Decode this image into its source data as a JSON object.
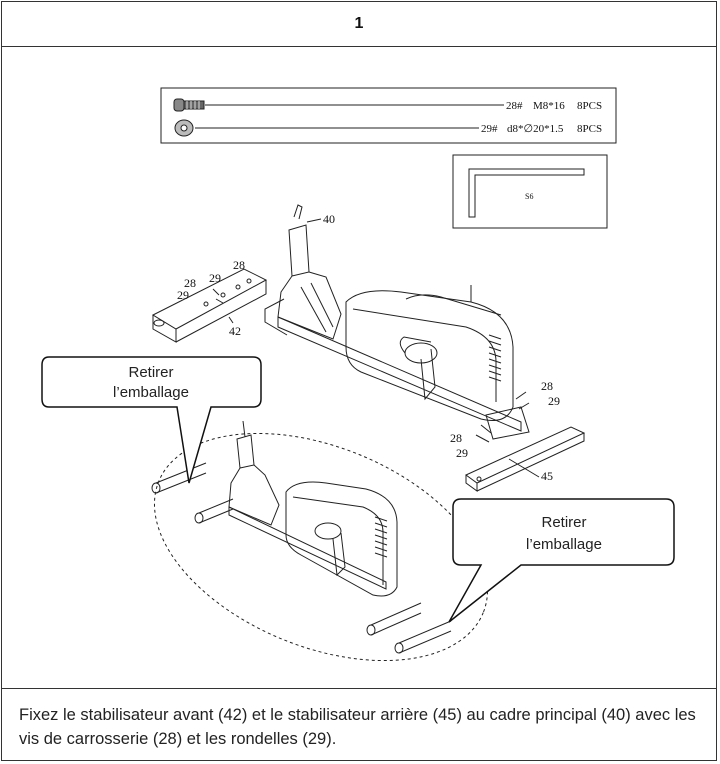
{
  "step": {
    "number": "1"
  },
  "hardware": {
    "screw": {
      "part_no": "28#",
      "spec": "M8*16",
      "qty": "8PCS"
    },
    "washer": {
      "part_no": "29#",
      "spec": "d8*∅20*1.5",
      "qty": "8PCS"
    },
    "wrench": {
      "label": "S6"
    }
  },
  "callouts": {
    "main_frame": "40",
    "front_stabilizer": "42",
    "rear_stabilizer": "45",
    "screw": "28",
    "washer": "29"
  },
  "bubbles": {
    "left": {
      "line1": "Retirer",
      "line2": "l’emballage"
    },
    "right": {
      "line1": "Retirer",
      "line2": "l’emballage"
    }
  },
  "caption": "Fixez le stabilisateur avant (42) et le stabilisateur arrière (45) au cadre principal (40) avec les vis de carrosserie (28) et les rondelles (29)."
}
